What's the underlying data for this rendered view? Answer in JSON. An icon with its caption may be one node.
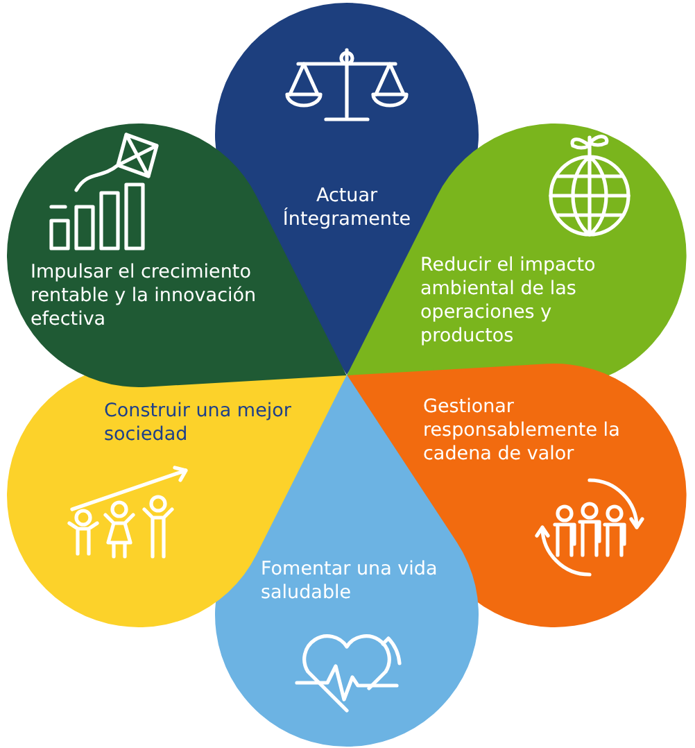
{
  "diagram": {
    "nodes": [
      {
        "text": [
          "Actuar Íntegramente"
        ]
      },
      {
        "text": [
          "Reducir el impacto ambiental de las operaciones y productos"
        ]
      },
      {
        "text": [
          "Gestionar responsablemente la cadena de valor"
        ]
      },
      {
        "text": [
          "Fomentar una vida saludable"
        ]
      },
      {
        "text": [
          "Construir una mejor sociedad"
        ]
      },
      {
        "text": [
          "Impulsar el crecimiento rentable y la innovación efectiva"
        ]
      }
    ]
  }
}
